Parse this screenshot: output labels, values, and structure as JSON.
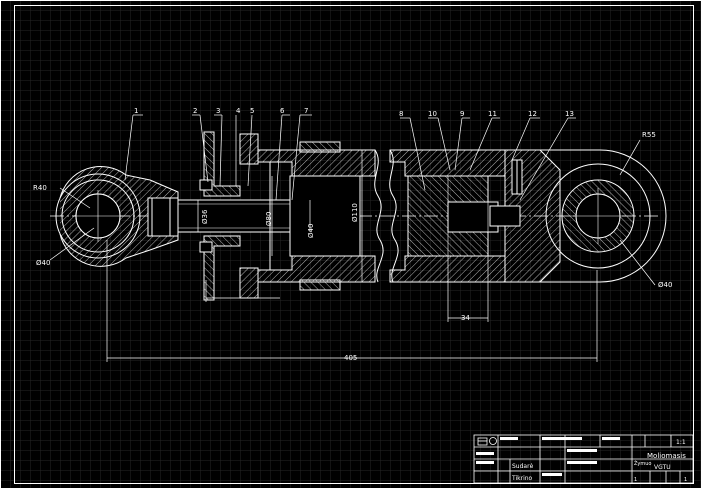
{
  "drawing": {
    "part_labels": [
      "1",
      "2",
      "3",
      "4",
      "5",
      "6",
      "7",
      "8",
      "10",
      "9",
      "11",
      "12",
      "13"
    ],
    "dimensions": {
      "r40": "R40",
      "d40_left": "Ø40",
      "r55": "R55",
      "d40_right": "Ø40",
      "d36": "Ø36",
      "d80": "Ø80",
      "d40_center": "Ø40",
      "d110": "Ø110",
      "len_34": "34",
      "len_405": "405"
    }
  },
  "title_block": {
    "title": "Moliomasis",
    "scale": "1:1",
    "row_a": "Sudarė",
    "row_b": "Tikrino",
    "school_label": "Żymuo",
    "school": "VGTU",
    "sheet_a": "1",
    "sheet_b": "1"
  },
  "colors": {
    "background": "#000000",
    "grid": "#2a2a2a",
    "lines": "#ffffff"
  }
}
